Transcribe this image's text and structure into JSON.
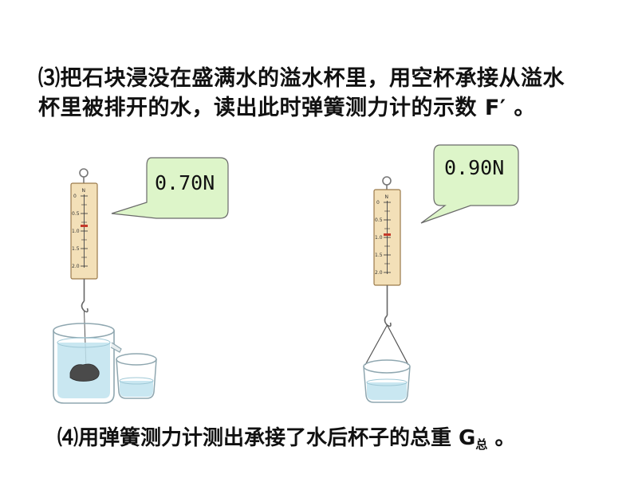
{
  "step3": {
    "line1": "⑶把石块浸没在盛满水的溢水杯里，用空杯承接从溢水",
    "line2": "杯里被排开的水，读出此时弹簧测力计的示数 F′ 。"
  },
  "step4": {
    "text": "⑷用弹簧测力计测出承接了水后杯子的总重 G",
    "subscript": "总",
    "suffix": " 。"
  },
  "meter_left": {
    "reading": "0.70N",
    "unit_label": "N",
    "scale_labels": [
      "0",
      "0.5",
      "1.0",
      "1.5",
      "2.0"
    ]
  },
  "meter_right": {
    "reading": "0.90N",
    "unit_label": "N",
    "scale_labels": [
      "0",
      "0.5",
      "1.0",
      "1.5",
      "2.0"
    ]
  },
  "colors": {
    "callout_fill": "#ddf5c9",
    "callout_stroke": "#6a6a6a",
    "meter_body": "#f3e0b8",
    "meter_stroke": "#9a7a4a",
    "water": "#bfe3ef",
    "glass": "#8fa7b0",
    "stone": "#4a4a4a"
  }
}
